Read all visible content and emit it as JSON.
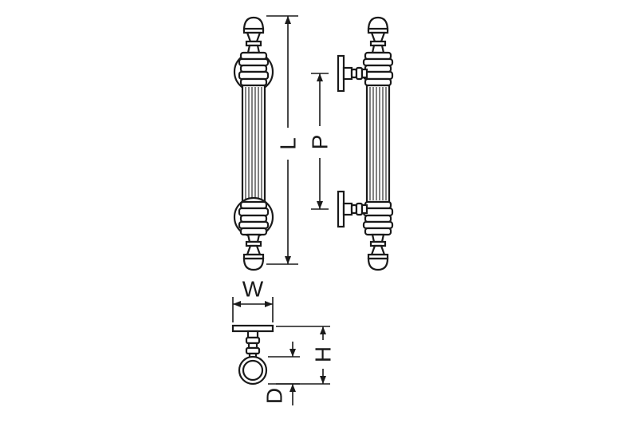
{
  "drawing": {
    "dimension_labels": {
      "length": "L",
      "pitch": "P",
      "width": "W",
      "height": "H",
      "diameter": "D"
    },
    "line_color": "#1a1a1a",
    "background": "#ffffff"
  }
}
